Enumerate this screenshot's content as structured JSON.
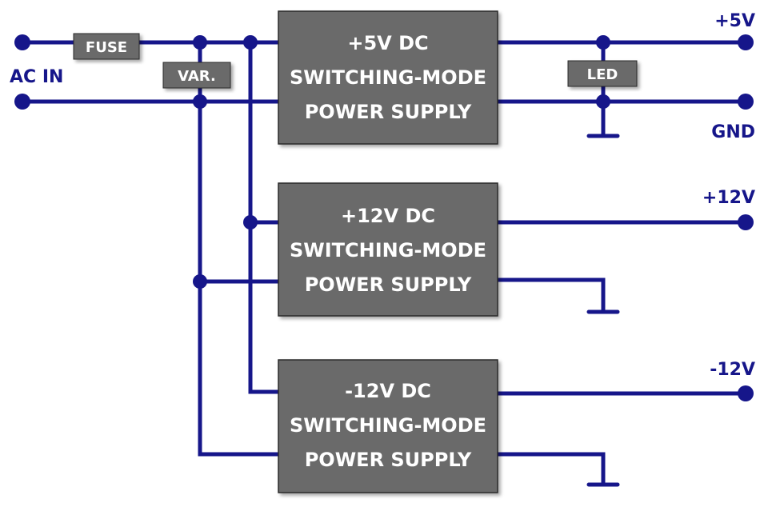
{
  "colors": {
    "wire": "#16168a",
    "block": "#6a6a6a",
    "block_border": "#2c2c2c",
    "block_text": "#ffffff",
    "background": "#ffffff"
  },
  "input": {
    "label": "AC IN"
  },
  "components": {
    "fuse": "FUSE",
    "varistor": "VAR.",
    "led": "LED"
  },
  "supplies": [
    {
      "line1": "+5V DC",
      "line2": "SWITCHING-MODE",
      "line3": "POWER SUPPLY"
    },
    {
      "line1": "+12V DC",
      "line2": "SWITCHING-MODE",
      "line3": "POWER SUPPLY"
    },
    {
      "line1": "-12V DC",
      "line2": "SWITCHING-MODE",
      "line3": "POWER SUPPLY"
    }
  ],
  "outputs": {
    "p5": "+5V",
    "gnd": "GND",
    "p12": "+12V",
    "m12": "-12V"
  }
}
